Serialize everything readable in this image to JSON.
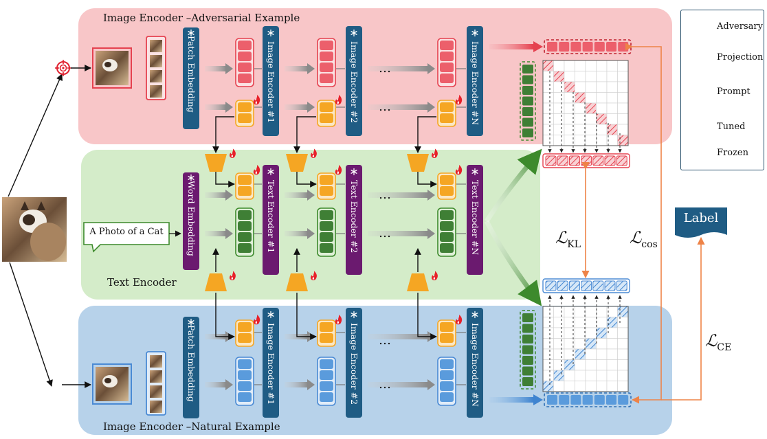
{
  "panels": {
    "adversarial_title": "Image Encoder –Adversarial Example",
    "text_title": "Text Encoder",
    "natural_title": "Image Encoder –Natural Example"
  },
  "columns": {
    "embedding_patch": "Patch Embedding",
    "embedding_word": "Word Embedding",
    "image_encoders": [
      "Image Encoder #1",
      "Image Encoder #2",
      "Image Encoder #N"
    ],
    "text_encoders": [
      "Text Encoder #1",
      "Text Encoder #2",
      "Text Encoder #N"
    ],
    "ellipsis": "…"
  },
  "caption": "A Photo of a Cat",
  "losses": {
    "kl": {
      "base": "ℒ",
      "sub": "KL"
    },
    "cos": {
      "base": "ℒ",
      "sub": "cos"
    },
    "ce": {
      "base": "ℒ",
      "sub": "CE"
    }
  },
  "label": "Label",
  "legend": {
    "adversary": "Adversary",
    "projection": "Projection",
    "prompt": "Prompt",
    "tuned": "Tuned",
    "frozen": "Frozen"
  },
  "icons": {
    "adversary": "crosshair-icon",
    "tuned": "flame-icon",
    "frozen": "snowflake-icon",
    "projection": "trapezoid-icon"
  },
  "colors": {
    "adversarial_bg": "#f8c6c8",
    "text_bg": "#d4ecc9",
    "natural_bg": "#b7d2ea",
    "encoder_blue": "#1f5c84",
    "encoder_purple": "#6b1a6f",
    "prompt_orange": "#f5a623",
    "adv_token": "#ec5f6b",
    "text_token": "#3f7f35",
    "nat_token": "#5a9bdc",
    "loss_line": "#ee8347"
  }
}
